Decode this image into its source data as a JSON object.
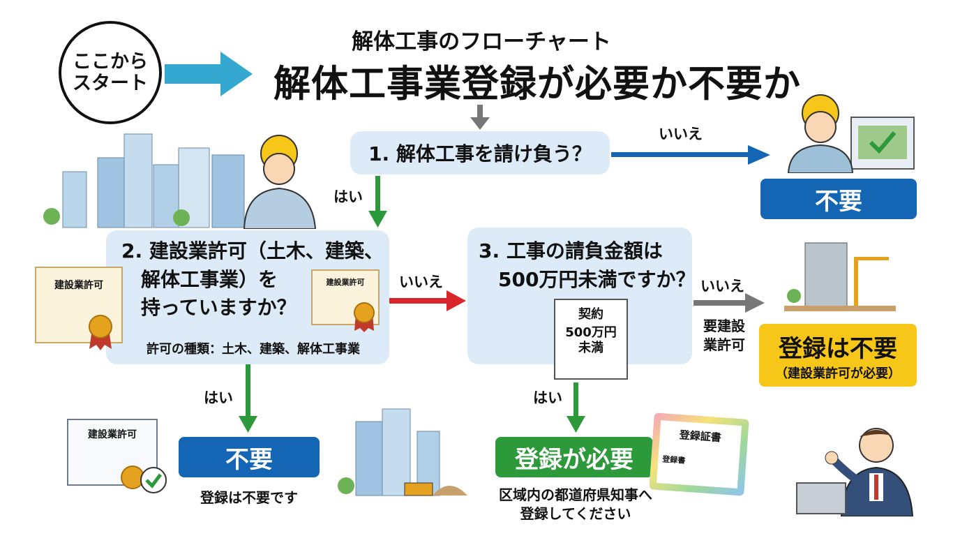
{
  "start": {
    "label": "ここから\nスタート"
  },
  "header": {
    "subtitle": "解体工事のフローチャート",
    "title": "解体工事業登録が必要か不要か"
  },
  "q1": {
    "text": "1. 解体工事を請け負う？",
    "no_label": "いいえ",
    "yes_label": "はい"
  },
  "q2": {
    "text": "2. 建設業許可（土木、建築、\n　解体工事業）を\n　持っていますか？",
    "note": "許可の種類：土木、建築、解体工事業",
    "no_label": "いいえ",
    "yes_label": "はい"
  },
  "q3": {
    "text": "3. 工事の請負金額は\n　500万円未満ですか？",
    "no_label": "いいえ",
    "no_sub": "要建設\n業許可",
    "yes_label": "はい"
  },
  "results": {
    "r1": "不要",
    "r2": "不要",
    "r2_note": "登録は不要です",
    "r3": "登録が必要",
    "r3_note": "区域内の都道府県知事へ\n登録してください",
    "r4_main": "登録は不要",
    "r4_sub": "（建設業許可が必要）"
  },
  "props": {
    "cert1_title": "建設業許可",
    "cert2_title": "建設業許可",
    "cert3_title": "建設業許可",
    "contract_title": "契約",
    "contract_amount": "500万円\n未満",
    "registration_cert": "登録証書",
    "registration_sub": "登録書"
  },
  "colors": {
    "blue": "#1466b4",
    "green": "#2c9a3b",
    "red": "#d8262c",
    "yellow": "#f6c718",
    "gray": "#777777",
    "arrow_start": "#35a8d0",
    "box": "#dcebf7"
  }
}
